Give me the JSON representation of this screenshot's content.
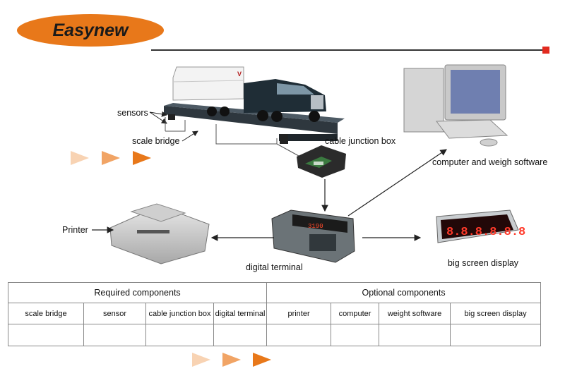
{
  "brand": {
    "name": "Easynew",
    "oval_color": "#e8781a",
    "accent_square": "#e22a1f"
  },
  "diagram": {
    "labels": {
      "sensors": "sensors",
      "scale_bridge": "scale bridge",
      "cable_junction_box": "cable junction box",
      "computer": "computer and weigh software",
      "printer": "Printer",
      "digital_terminal": "digital terminal",
      "big_screen": "big screen display"
    },
    "big_screen_readout": "8.8.8.8.8.8",
    "terminal_readout": "3190"
  },
  "table": {
    "groups": [
      "Required components",
      "Optional components"
    ],
    "columns": [
      "scale bridge",
      "sensor",
      "cable junction box",
      "digital terminal",
      "printer",
      "computer",
      "weight software",
      "big screen display"
    ]
  },
  "arrow_colors": [
    "#f8d3b3",
    "#f1a465",
    "#e8781a"
  ]
}
